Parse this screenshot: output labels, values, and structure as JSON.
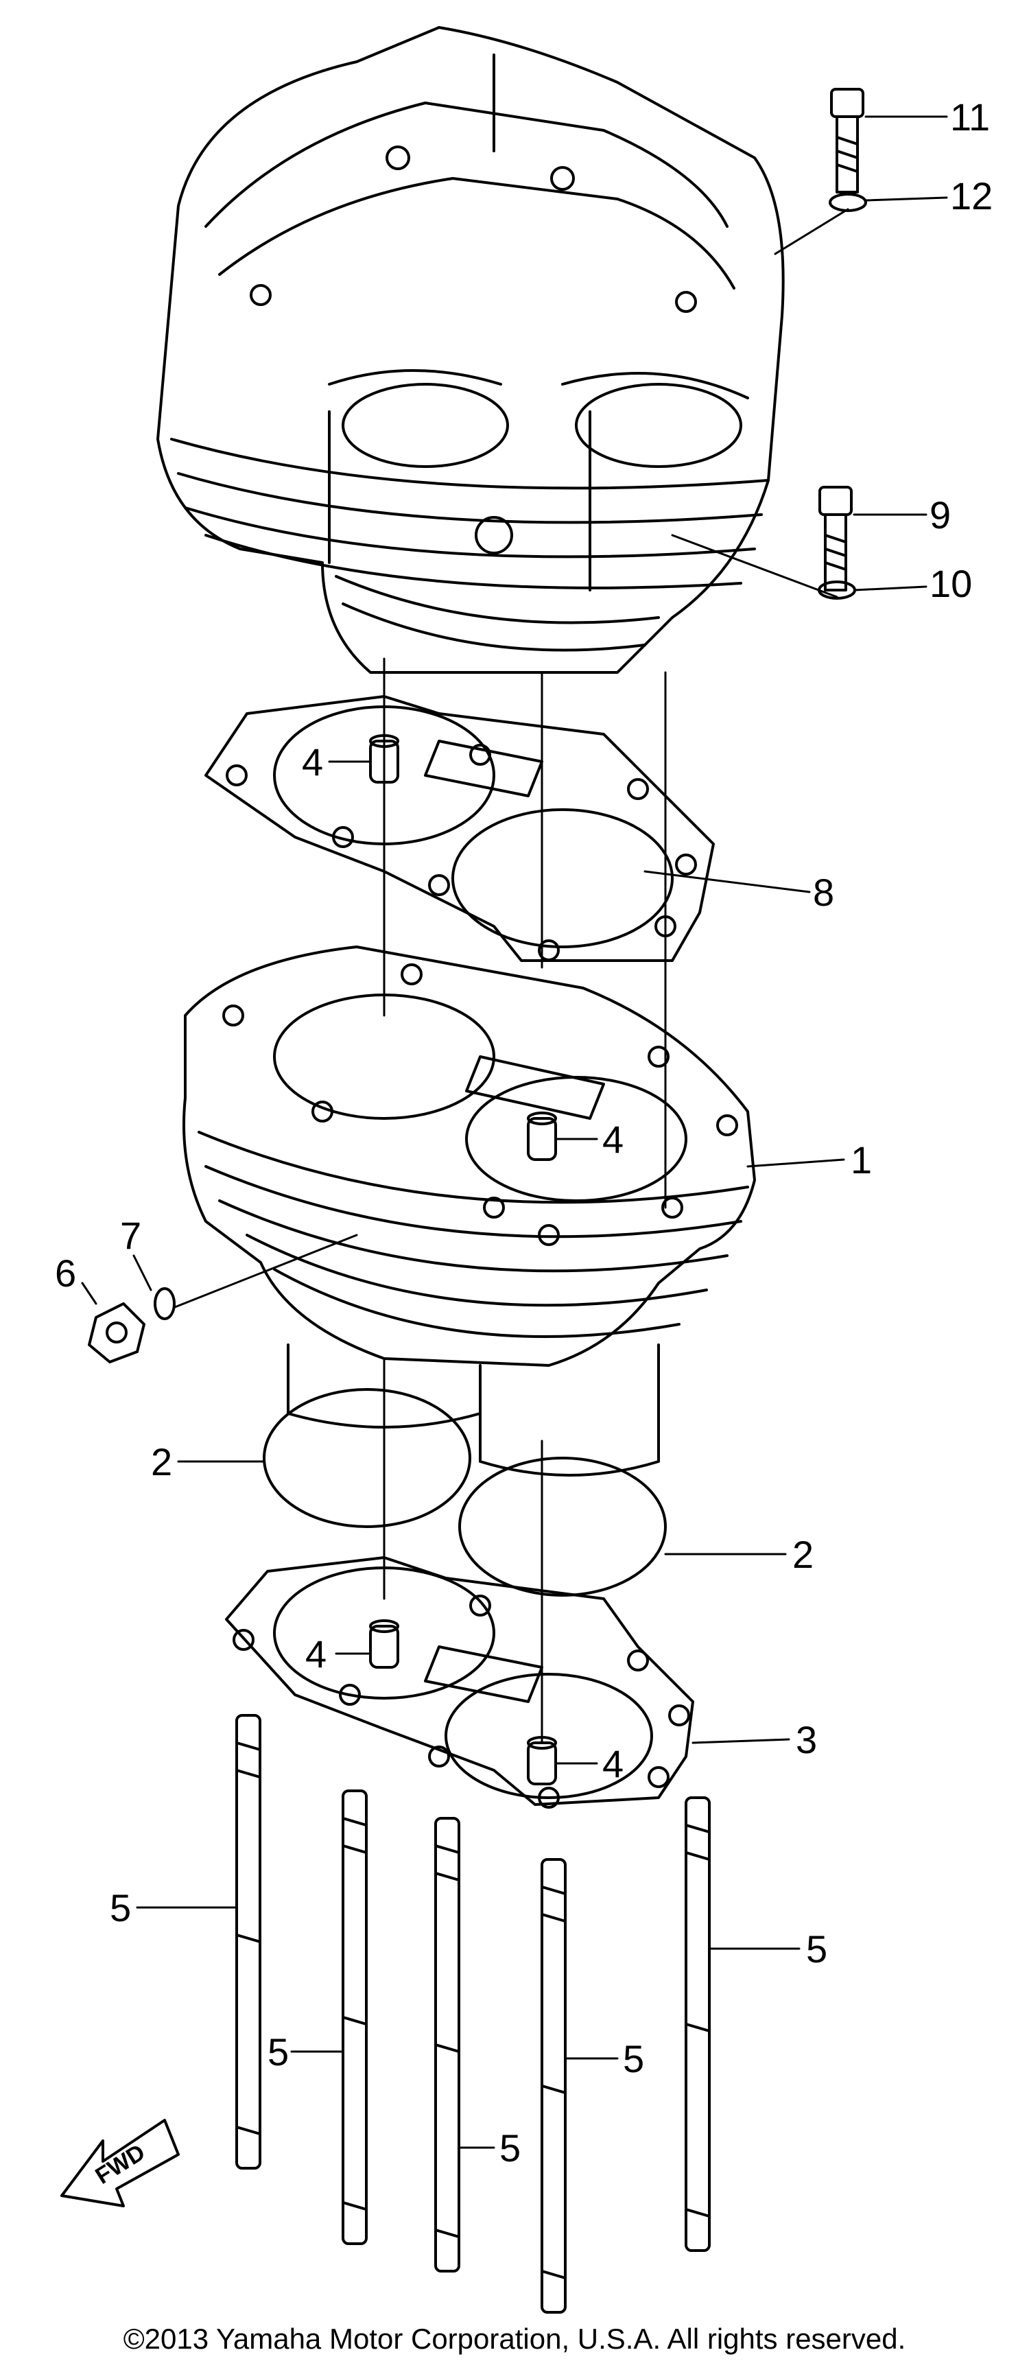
{
  "diagram": {
    "callouts": {
      "c1": "1",
      "c2a": "2",
      "c2b": "2",
      "c3": "3",
      "c4a": "4",
      "c4b": "4",
      "c4c": "4",
      "c4d": "4",
      "c5a": "5",
      "c5b": "5",
      "c5c": "5",
      "c5d": "5",
      "c5e": "5",
      "c6": "6",
      "c7": "7",
      "c8": "8",
      "c9": "9",
      "c10": "10",
      "c11": "11",
      "c12": "12"
    },
    "fwd_label": "FWD"
  },
  "footer": {
    "copyright": "©2013 Yamaha Motor Corporation, U.S.A. All rights reserved."
  }
}
